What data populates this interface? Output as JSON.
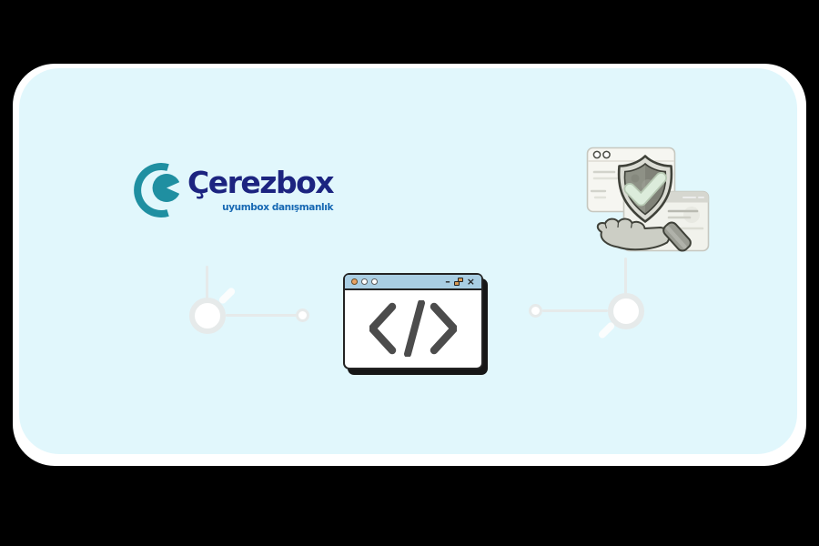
{
  "scene": {
    "background_color": "#000000",
    "page_color": "#ffffff",
    "card_color": "#e1f7fc"
  },
  "logo": {
    "brand": "Çerezbox",
    "tagline": "uyumbox danışmanlık",
    "brand_color": "#1c2480",
    "tagline_color": "#1668b3",
    "mark": "cookie-c-mark",
    "mark_color": "#1f8fa1"
  },
  "code_window": {
    "titlebar_color": "#a9cee3",
    "dot_colors": [
      "#e9a263",
      "#ffffff",
      "#ffffff"
    ],
    "minimize": "–",
    "close": "×",
    "restore": "overlapping-squares",
    "code_glyph": "</>",
    "glyph_color": "#4c4c4c"
  },
  "connectors": {
    "line_color": "#e6eaea",
    "handle_color": "#fbfdfd",
    "left_node": "magnifier-node",
    "right_node": "magnifier-node"
  },
  "security_illustration": {
    "parts": [
      "browser-window-back",
      "browser-window-front",
      "shield",
      "checkmark",
      "hand-holding-shield",
      "sleeve-cuff"
    ],
    "shield_color": "#8e9186",
    "check_color": "#dcecdb"
  }
}
